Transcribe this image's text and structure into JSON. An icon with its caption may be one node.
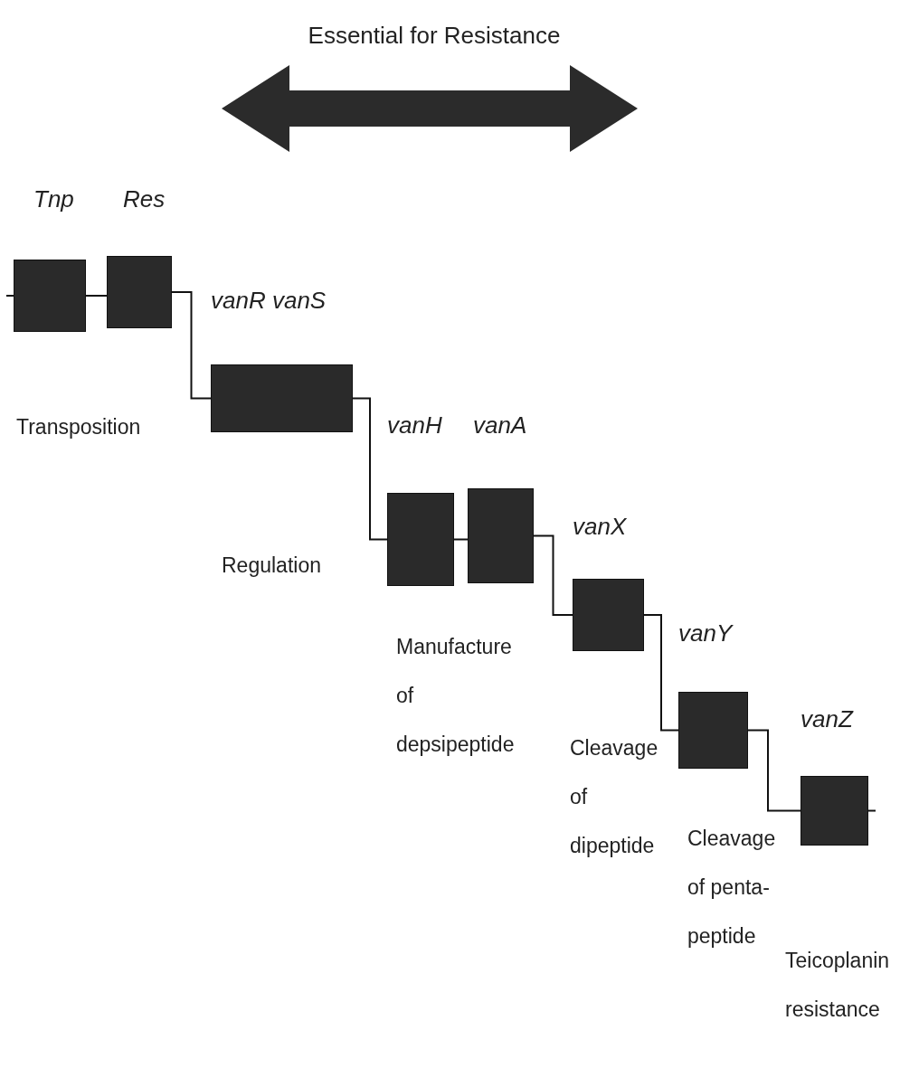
{
  "diagram": {
    "nodes": [
      {
        "text": [
          "Tnp"
        ]
      },
      {
        "text": [
          "Res"
        ]
      },
      {
        "text": [
          "vanR vanS"
        ]
      },
      {
        "text": [
          "vanH"
        ]
      },
      {
        "text": [
          "vanA"
        ]
      },
      {
        "text": [
          "vanX"
        ]
      },
      {
        "text": [
          "vanY"
        ]
      },
      {
        "text": [
          "vanZ"
        ]
      }
    ],
    "edges": [
      {
        "from": null,
        "to": 0,
        "arrow": "none"
      },
      {
        "from": 0,
        "to": 1,
        "arrow": "none"
      },
      {
        "from": 1,
        "to": 2,
        "arrow": "none"
      },
      {
        "from": 2,
        "to": 3,
        "arrow": "none"
      },
      {
        "from": 3,
        "to": 4,
        "arrow": "none"
      },
      {
        "from": 4,
        "to": 5,
        "arrow": "none"
      },
      {
        "from": 5,
        "to": 6,
        "arrow": "none"
      },
      {
        "from": 6,
        "to": 7,
        "arrow": "none"
      },
      {
        "from": 7,
        "to": null,
        "arrow": "none"
      }
    ],
    "labels": [
      "Essential for Resistance",
      "Transposition",
      "Regulation",
      "Manufacture of depsipeptide",
      "Cleavage of dipeptide",
      "Cleavage of penta-peptide",
      "Teicoplanin resistance"
    ]
  }
}
